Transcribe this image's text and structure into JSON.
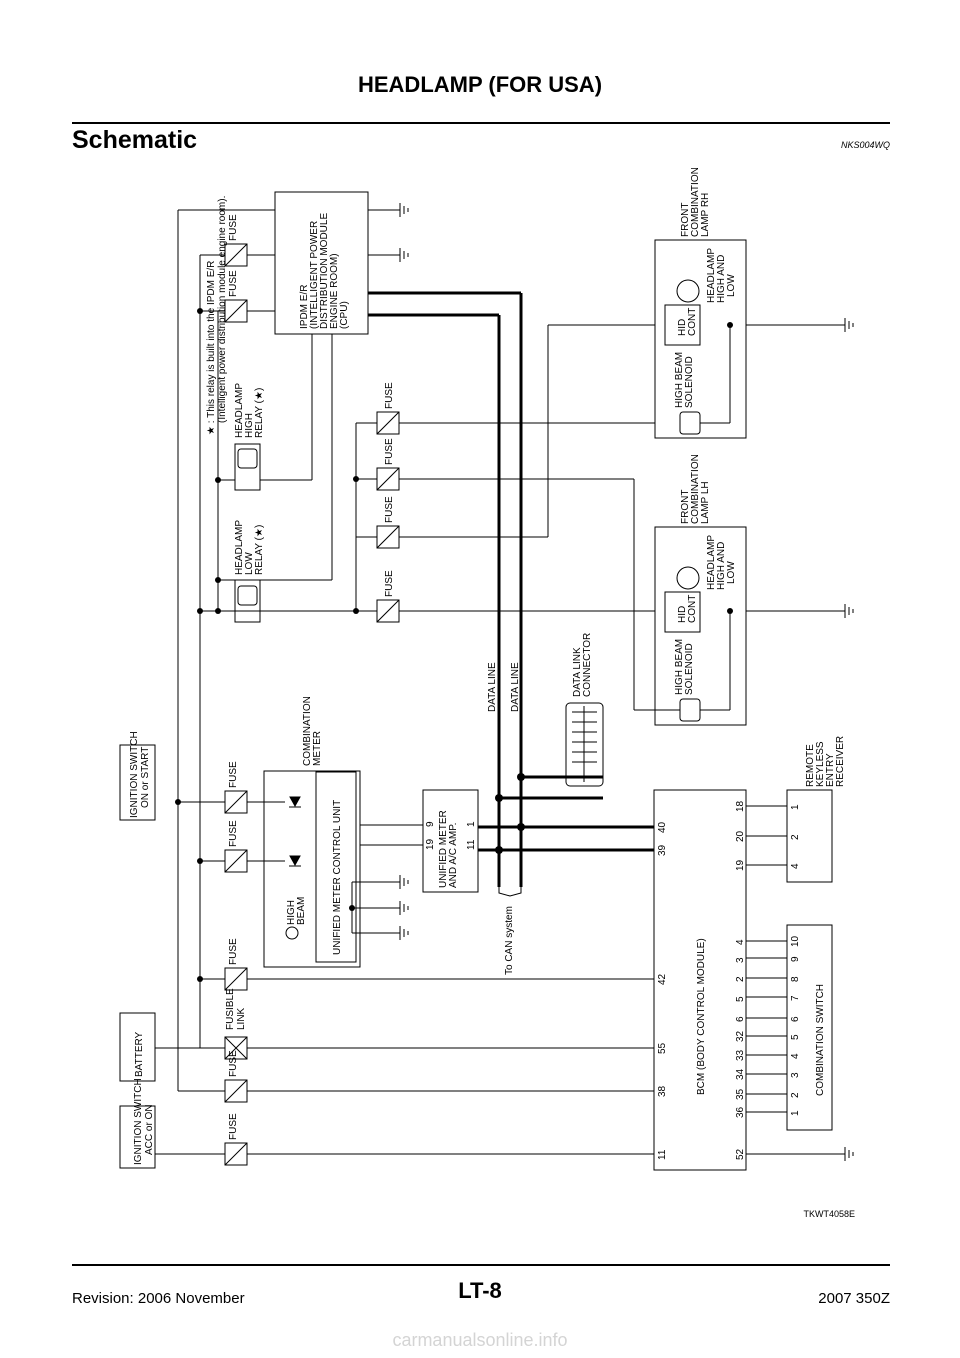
{
  "header": {
    "title": "HEADLAMP (FOR USA)",
    "section": "Schematic",
    "doc_code": "NKS004WQ"
  },
  "footer": {
    "page": "LT-8",
    "revision": "Revision: 2006 November",
    "model": "2007 350Z",
    "watermark": "carmanualsonline.info"
  },
  "note": {
    "line1": "★ : This relay is built into the IPDM E/R",
    "line2": "(Intelligent power distribution module engine room)."
  },
  "labels": {
    "fuse": "FUSE",
    "fusible_link": [
      "FUSIBLE",
      "LINK"
    ],
    "ign_acc": [
      "IGNITION SWITCH",
      "ACC or ON"
    ],
    "battery": "BATTERY",
    "ign_on": [
      "IGNITION SWITCH",
      "ON or START"
    ],
    "ipdm": [
      "IPDM E/R",
      "(INTELLIGENT POWER",
      "DISTRIBUTION MODULE",
      "ENGINE ROOM)",
      "(CPU)"
    ],
    "high_relay": [
      "HEADLAMP",
      "HIGH",
      "RELAY (★)"
    ],
    "low_relay": [
      "HEADLAMP",
      "LOW",
      "RELAY (★)"
    ],
    "front_rh": [
      "FRONT",
      "COMBINATION",
      "LAMP RH"
    ],
    "front_lh": [
      "FRONT",
      "COMBINATION",
      "LAMP LH"
    ],
    "hb_solenoid": [
      "HIGH BEAM",
      "SOLENOID"
    ],
    "hid": [
      "HID",
      "CONT"
    ],
    "headlamp_hl": [
      "HEADLAMP",
      "HIGH AND",
      "LOW"
    ],
    "data_line": "DATA LINE",
    "data_link": [
      "DATA LINK",
      "CONNECTOR"
    ],
    "combination_meter": [
      "COMBINATION",
      "METER"
    ],
    "meter_unit": "UNIFIED METER CONTROL UNIT",
    "high_beam": [
      "HIGH",
      "BEAM"
    ],
    "unified_meter": [
      "UNIFIED METER",
      "AND A/C AMP."
    ],
    "can": "To CAN system",
    "bcm": "BCM (BODY CONTROL MODULE)",
    "remote": [
      "REMOTE",
      "KEYLESS",
      "ENTRY",
      "RECEIVER"
    ],
    "comb_switch": "COMBINATION SWITCH",
    "diagram_code": "TKWT4058E"
  },
  "pins": {
    "meter_top": [
      "9",
      "19"
    ],
    "meter_bottom": [
      "1",
      "11"
    ],
    "bcm_left": [
      "11",
      "38",
      "55",
      "42",
      "39",
      "40"
    ],
    "bcm_right": [
      "52",
      "36",
      "35",
      "34",
      "33",
      "32",
      "6",
      "5",
      "2",
      "3",
      "4",
      "19",
      "20",
      "18"
    ],
    "switch_pins": [
      "1",
      "2",
      "3",
      "4",
      "5",
      "6",
      "7",
      "8",
      "9",
      "10"
    ],
    "remote_pins": [
      "4",
      "2",
      "1"
    ]
  }
}
